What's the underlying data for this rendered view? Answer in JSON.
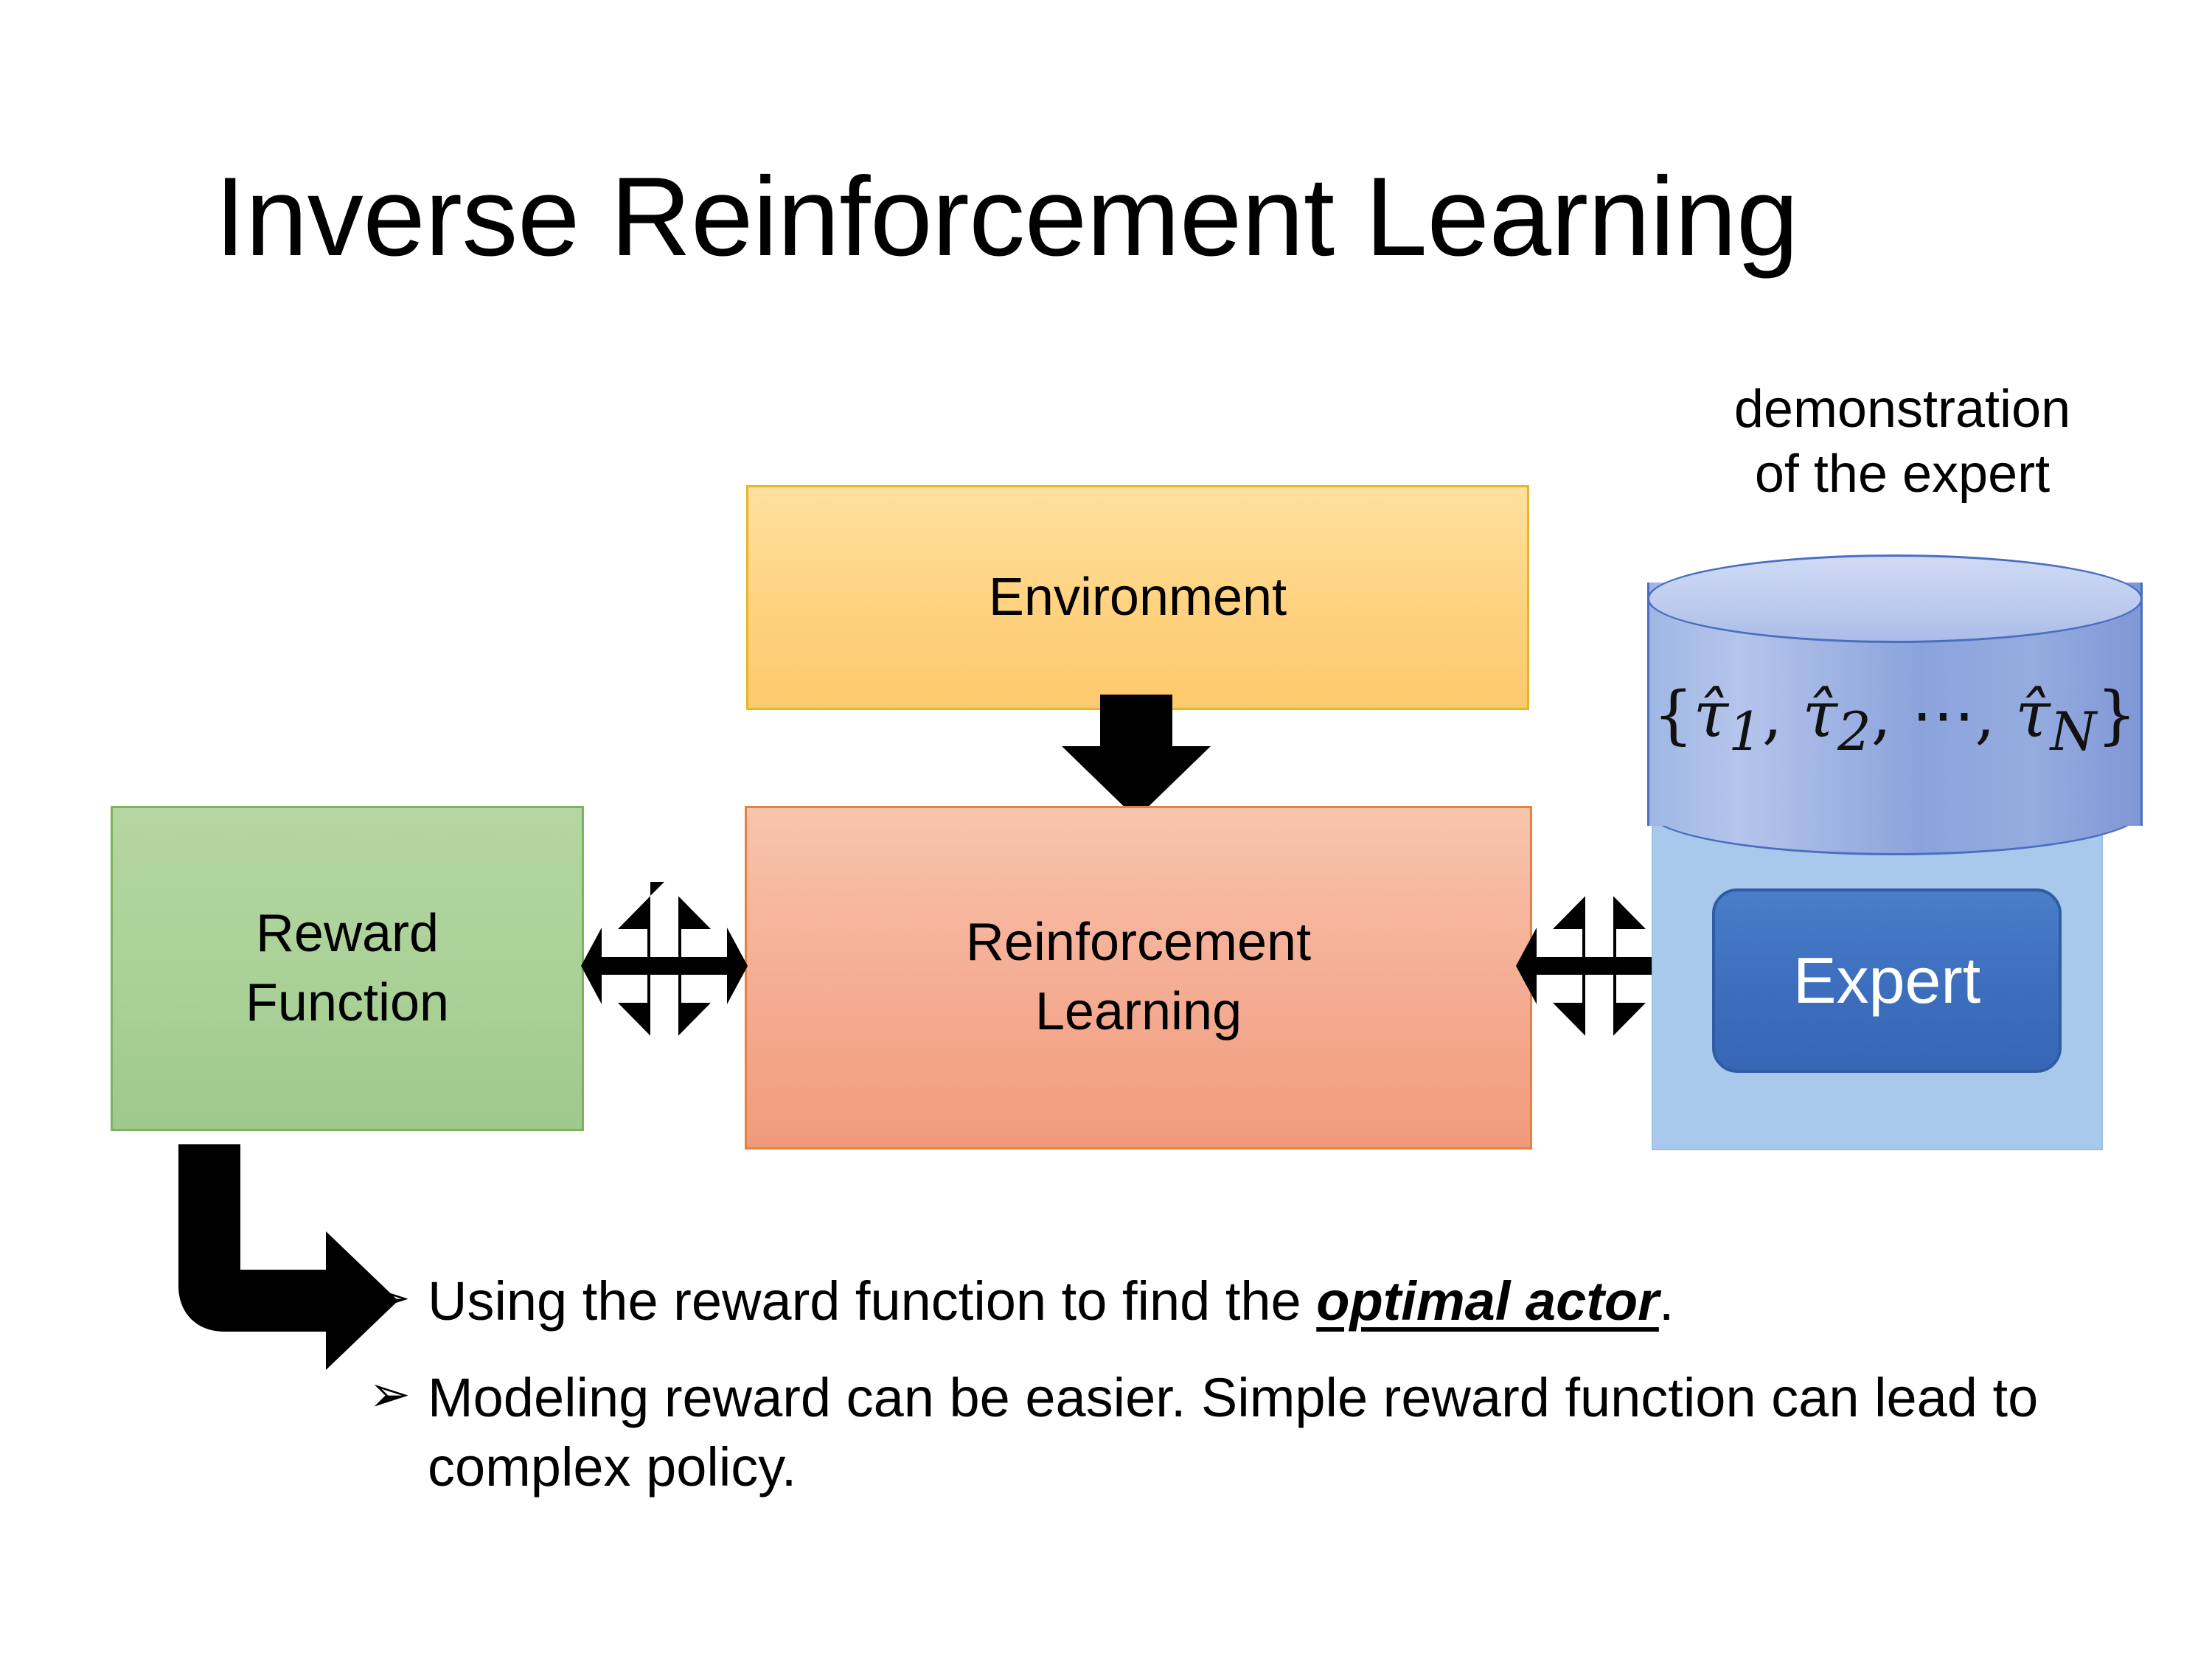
{
  "slide": {
    "title": "Inverse Reinforcement Learning",
    "background_color": "#ffffff"
  },
  "diagram": {
    "environment": {
      "label": "Environment",
      "fill_color": "#ffd27f",
      "border_color": "#e8b525"
    },
    "reinforcement_learning": {
      "label": "Reinforcement Learning",
      "line1": "Reinforcement",
      "line2": "Learning",
      "fill_color": "#f3a488",
      "border_color": "#e8803f"
    },
    "reward_function": {
      "label": "Reward Function",
      "line1": "Reward",
      "line2": "Function",
      "fill_color": "#a9d096",
      "border_color": "#7fb260"
    },
    "expert_panel": {
      "fill_color": "#a8c8ec",
      "expert_button_label": "Expert",
      "expert_button_fill": "#3d6fbe",
      "expert_button_text_color": "#ffffff"
    },
    "demonstration": {
      "caption_line1": "demonstration",
      "caption_line2": "of the expert",
      "cylinder_formula": "{τ̂1, τ̂2, ⋯, τ̂N}",
      "cylinder_formula_parts": {
        "open_brace": "{",
        "tau1": "τ̂",
        "sub1": "1",
        "comma1": ",",
        "tau2": "τ̂",
        "sub2": "2",
        "comma2": ",",
        "dots": "⋯",
        "comma3": ",",
        "tau3": "τ̂",
        "subN": "N",
        "close_brace": "}"
      },
      "cylinder_fill": "#8ba3dc",
      "cylinder_border": "#4a6ec0"
    },
    "arrows": {
      "environment_to_rl": "down-arrow",
      "reward_to_rl": "four-way-double-arrow",
      "rl_to_expert": "four-way-double-arrow",
      "reward_to_bullet": "bent-arrow-right",
      "color": "#000000"
    }
  },
  "bullets": [
    {
      "marker": "➢",
      "before": "Using the reward function to find the ",
      "emphasis": "optimal actor",
      "after": "."
    },
    {
      "marker": "➢",
      "before": "Modeling reward can be easier. Simple reward function can lead to complex policy.",
      "emphasis": "",
      "after": ""
    }
  ]
}
